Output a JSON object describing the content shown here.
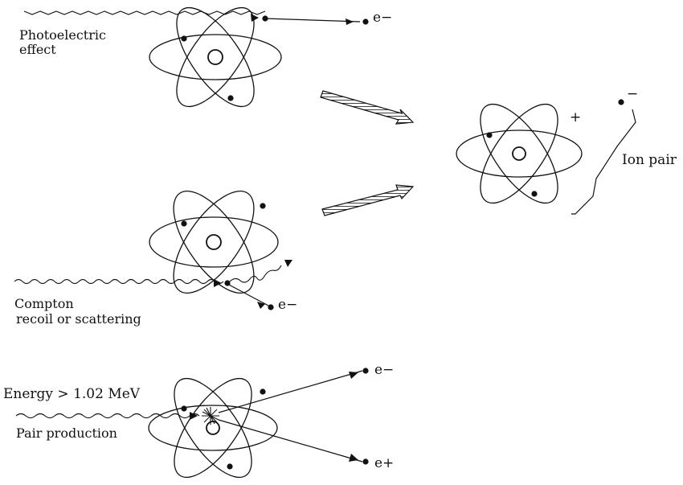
{
  "photoelectric": {
    "label_line1": "Photoelectric",
    "label_line2": "effect",
    "product": "e−"
  },
  "compton": {
    "label_line1": "Compton",
    "label_line2": "recoil or scattering",
    "product": "e−"
  },
  "pair_production": {
    "energy_label": "Energy > 1.02 MeV",
    "label": "Pair production",
    "product_electron": "e−",
    "product_positron": "e+"
  },
  "ion_pair": {
    "label": "Ion pair",
    "positive_sign": "+",
    "negative_sign": "−"
  },
  "colors": {
    "ink": "#111111",
    "background": "#ffffff"
  }
}
